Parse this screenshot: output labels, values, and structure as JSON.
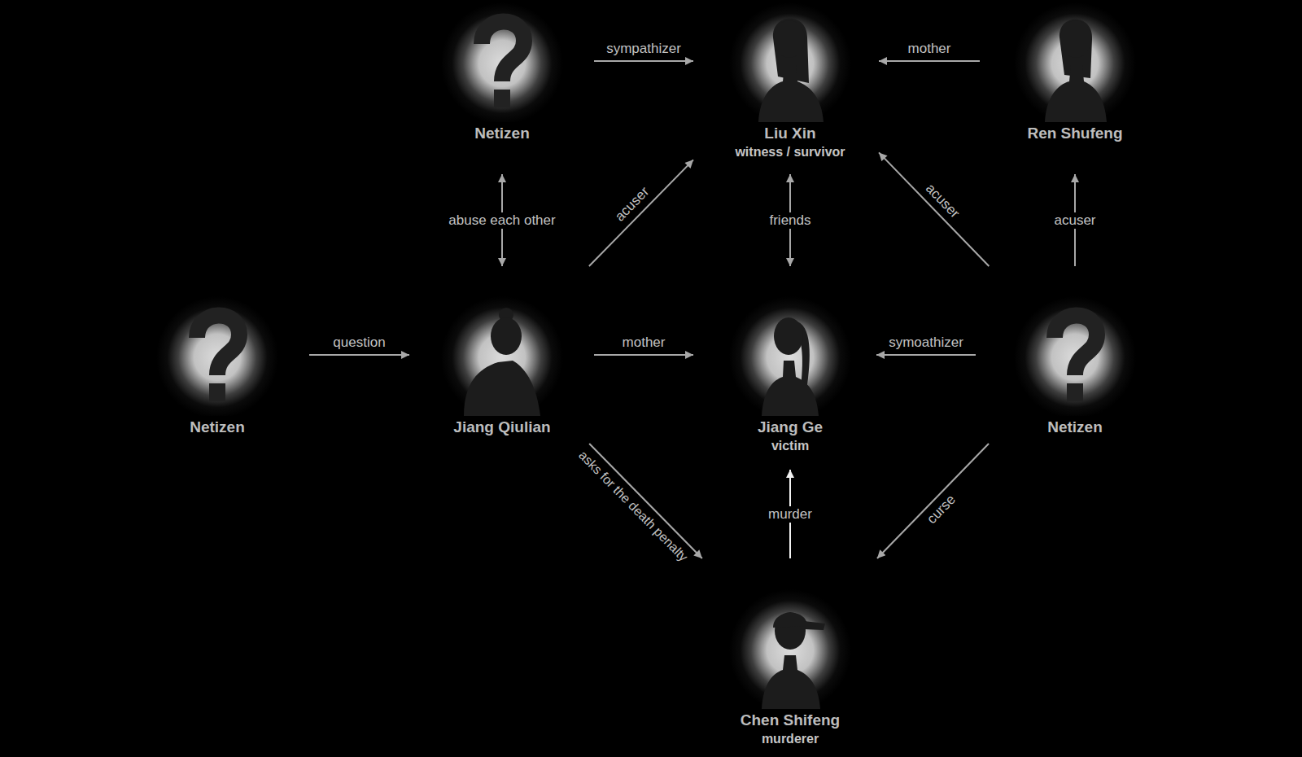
{
  "diagram": {
    "nodes": [
      {
        "text": [
          "Netizen"
        ]
      },
      {
        "text": [
          "Liu Xin",
          "witness / survivor"
        ]
      },
      {
        "text": [
          "Ren Shufeng"
        ]
      },
      {
        "text": [
          "Netizen"
        ]
      },
      {
        "text": [
          "Jiang Qiulian"
        ]
      },
      {
        "text": [
          "Jiang Ge",
          "victim"
        ]
      },
      {
        "text": [
          "Netizen"
        ]
      },
      {
        "text": [
          "Chen Shifeng",
          "murderer"
        ]
      }
    ],
    "edges": [
      {
        "from": 0,
        "to": 1,
        "label": "sympathizer",
        "arrow": "to"
      },
      {
        "from": 2,
        "to": 1,
        "label": "mother",
        "arrow": "to"
      },
      {
        "from": 0,
        "to": 4,
        "label": "abuse each other",
        "arrow": "both"
      },
      {
        "from": 4,
        "to": 1,
        "label": "acuser",
        "arrow": "to"
      },
      {
        "from": 1,
        "to": 5,
        "label": "friends",
        "arrow": "both"
      },
      {
        "from": 6,
        "to": 1,
        "label": "acuser",
        "arrow": "to"
      },
      {
        "from": 6,
        "to": 2,
        "label": "acuser",
        "arrow": "to"
      },
      {
        "from": 3,
        "to": 4,
        "label": "question",
        "arrow": "to"
      },
      {
        "from": 4,
        "to": 5,
        "label": "mother",
        "arrow": "to"
      },
      {
        "from": 6,
        "to": 5,
        "label": "symoathizer",
        "arrow": "to"
      },
      {
        "from": 4,
        "to": 7,
        "label": "asks for the death penalty",
        "arrow": "to"
      },
      {
        "from": 7,
        "to": 5,
        "label": "murder",
        "arrow": "to"
      },
      {
        "from": 6,
        "to": 7,
        "label": "curse",
        "arrow": "to"
      }
    ]
  }
}
